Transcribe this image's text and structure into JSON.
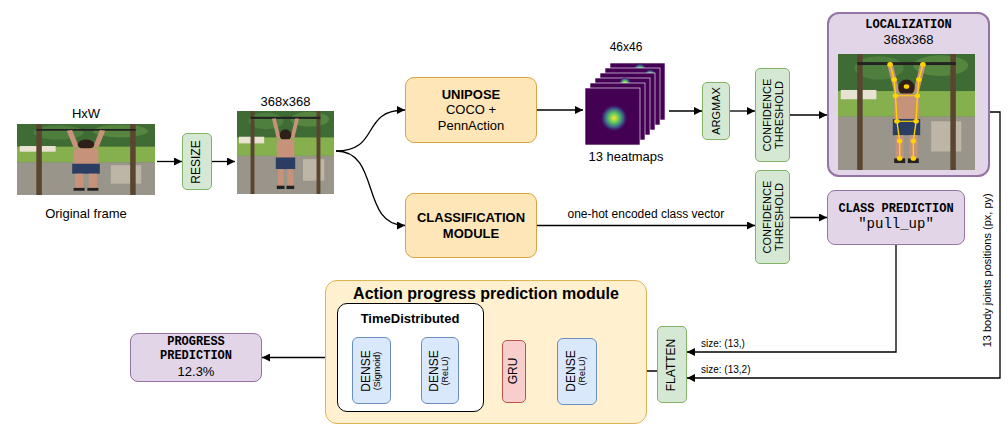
{
  "diagram": {
    "nodes": [
      {
        "text": [
          "HxW",
          "Original frame"
        ]
      },
      {
        "text": [
          "RESIZE"
        ]
      },
      {
        "text": [
          "368x368"
        ]
      },
      {
        "text": [
          "UNIPOSE",
          "COCO + PennAction"
        ]
      },
      {
        "text": [
          "CLASSIFICATION MODULE"
        ]
      },
      {
        "text": [
          "46x46",
          "13 heatmaps"
        ]
      },
      {
        "text": [
          "ARGMAX"
        ]
      },
      {
        "text": [
          "CONFIDENCE THRESHOLD"
        ]
      },
      {
        "text": [
          "LOCALIZATION",
          "368x368"
        ]
      },
      {
        "text": [
          "CONFIDENCE THRESHOLD"
        ]
      },
      {
        "text": [
          "CLASS PREDICTION",
          "\"pull_up\""
        ]
      },
      {
        "text": [
          "FLATTEN"
        ]
      },
      {
        "text": [
          "Action progress prediction module"
        ]
      },
      {
        "text": [
          "TimeDistributed"
        ],
        "in": 12
      },
      {
        "text": [
          "DENSE",
          "(ReLU)"
        ],
        "in": 12
      },
      {
        "text": [
          "GRU"
        ],
        "in": 12
      },
      {
        "text": [
          "DENSE",
          "(ReLU)"
        ],
        "in": 13
      },
      {
        "text": [
          "DENSE",
          "(Sigmoid)"
        ],
        "in": 13
      },
      {
        "text": [
          "PROGRESS PREDICTION",
          "12.3%"
        ]
      }
    ],
    "edges": [
      {
        "from": 0,
        "to": 1,
        "arrow": "to"
      },
      {
        "from": 1,
        "to": 2,
        "arrow": "to"
      },
      {
        "from": 2,
        "to": 3,
        "arrow": "to"
      },
      {
        "from": 2,
        "to": 4,
        "arrow": "to"
      },
      {
        "from": 3,
        "to": 5,
        "arrow": "to"
      },
      {
        "from": 5,
        "to": 6,
        "arrow": "to"
      },
      {
        "from": 6,
        "to": 7,
        "arrow": "to"
      },
      {
        "from": 7,
        "to": 8,
        "arrow": "to"
      },
      {
        "from": 4,
        "to": 9,
        "label": "one-hot encoded class vector",
        "arrow": "to"
      },
      {
        "from": 9,
        "to": 10,
        "arrow": "to"
      },
      {
        "from": 10,
        "to": 11,
        "label": "size: (13,)",
        "arrow": "to"
      },
      {
        "from": 8,
        "to": 11,
        "label": "size: (13,2)",
        "arrow": "to"
      },
      {
        "from": 11,
        "to": 14,
        "arrow": "to"
      },
      {
        "from": 14,
        "to": 15,
        "arrow": "to"
      },
      {
        "from": 15,
        "to": 16,
        "arrow": "to"
      },
      {
        "from": 16,
        "to": 17,
        "arrow": "to"
      },
      {
        "from": 17,
        "to": 18,
        "arrow": "to"
      }
    ],
    "labels": [
      "13 body joints positions (px, py)"
    ]
  }
}
